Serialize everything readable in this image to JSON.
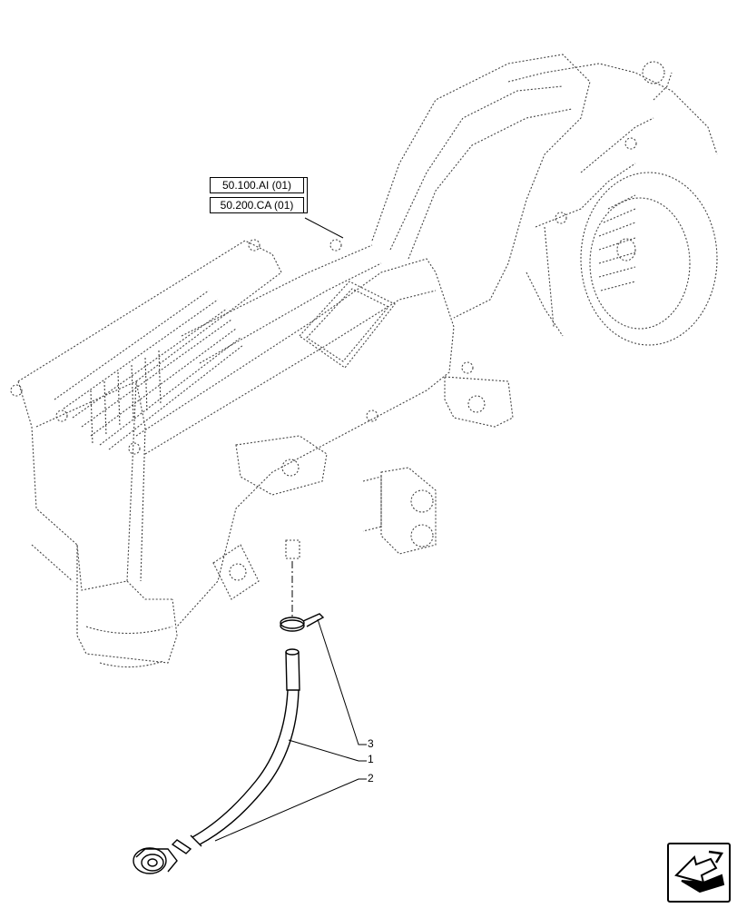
{
  "references": [
    {
      "label": "50.100.AI (01)"
    },
    {
      "label": "50.200.CA (01)"
    }
  ],
  "callouts": {
    "item3": "3",
    "item1": "1",
    "item2": "2"
  },
  "icons": {
    "navigation": "page-navigation-arrow-icon"
  },
  "colors": {
    "line": "#000000",
    "ghost": "#555555",
    "background": "#ffffff"
  }
}
